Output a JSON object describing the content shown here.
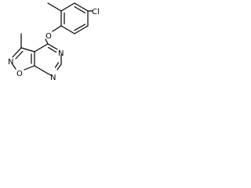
{
  "molecule": {
    "atoms": {
      "ether_oxygen": "O",
      "chlorine": "Cl",
      "ring_nitrogen_top": "N",
      "ring_nitrogen_bottom": "N",
      "isoxazole_nitrogen": "N",
      "isoxazole_oxygen": "O"
    },
    "colors": {
      "bond": "#000000",
      "label": "#000000",
      "background": "#ffffff"
    }
  }
}
